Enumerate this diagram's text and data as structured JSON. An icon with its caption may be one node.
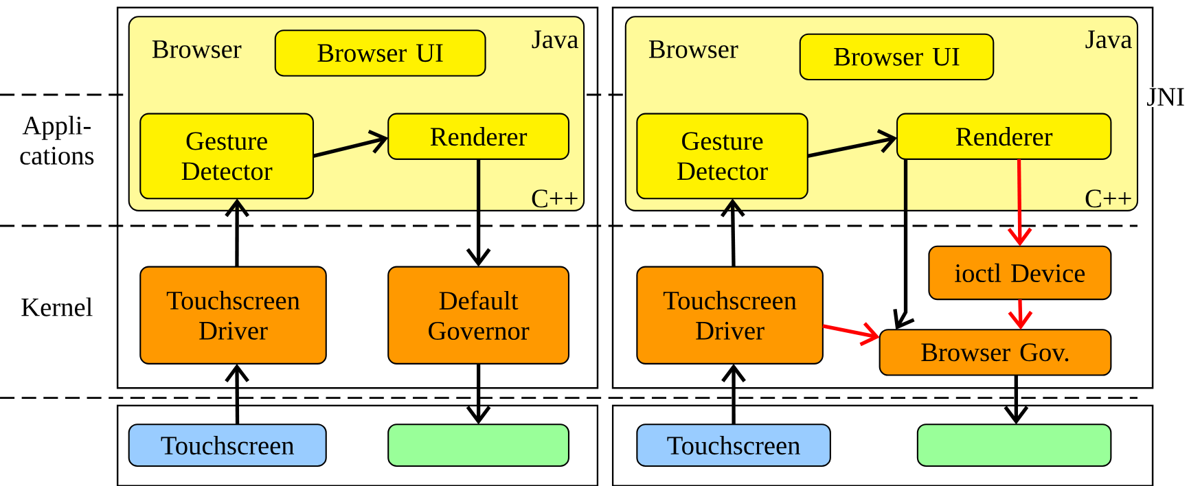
{
  "diagram": {
    "nodes": [
      {
        "text": [],
        "shape": "box"
      },
      {
        "text": [
          "Browser",
          "Java",
          "C++"
        ],
        "in": 0
      },
      {
        "text": [
          "Browser UI"
        ],
        "in": 1
      },
      {
        "text": [
          "Gesture Detector"
        ],
        "in": 1
      },
      {
        "text": [
          "Renderer"
        ],
        "in": 1
      },
      {
        "text": [
          "Touchscreen Driver"
        ],
        "in": 0
      },
      {
        "text": [
          "Default Governor"
        ],
        "in": 0
      },
      {
        "text": [],
        "shape": "box"
      },
      {
        "text": [
          "Touchscreen"
        ],
        "in": 7
      },
      {
        "text": [],
        "shape": "box",
        "in": 7
      },
      {
        "text": [],
        "shape": "box"
      },
      {
        "text": [
          "Browser",
          "Java",
          "C++"
        ],
        "in": 10
      },
      {
        "text": [
          "Browser UI"
        ],
        "in": 11
      },
      {
        "text": [
          "Gesture Detector"
        ],
        "in": 11
      },
      {
        "text": [
          "Renderer"
        ],
        "in": 11
      },
      {
        "text": [
          "Touchscreen Driver"
        ],
        "in": 10
      },
      {
        "text": [
          "ioctl Device"
        ],
        "in": 10
      },
      {
        "text": [
          "Browser Gov."
        ],
        "in": 10
      },
      {
        "text": [],
        "shape": "box"
      },
      {
        "text": [
          "Touchscreen"
        ],
        "in": 18
      },
      {
        "text": [],
        "shape": "box",
        "in": 18
      }
    ],
    "edges": [
      {
        "from": 3,
        "to": 4,
        "arrow": "to"
      },
      {
        "from": 8,
        "to": 5,
        "arrow": "to"
      },
      {
        "from": 5,
        "to": 3,
        "arrow": "to"
      },
      {
        "from": 4,
        "to": 6,
        "arrow": "to"
      },
      {
        "from": 6,
        "to": 9,
        "arrow": "to"
      },
      {
        "from": 13,
        "to": 14,
        "arrow": "to"
      },
      {
        "from": 19,
        "to": 15,
        "arrow": "to"
      },
      {
        "from": 15,
        "to": 13,
        "arrow": "to"
      },
      {
        "from": 14,
        "to": 17,
        "arrow": "to"
      },
      {
        "from": 14,
        "to": 16,
        "arrow": "to",
        "color": "#ff0000"
      },
      {
        "from": 16,
        "to": 17,
        "arrow": "to",
        "color": "#ff0000"
      },
      {
        "from": 15,
        "to": 17,
        "arrow": "to",
        "color": "#ff0000"
      },
      {
        "from": 17,
        "to": 20,
        "arrow": "to"
      }
    ],
    "labels": [
      "Appli- cations",
      "Kernel",
      "JNI"
    ]
  }
}
